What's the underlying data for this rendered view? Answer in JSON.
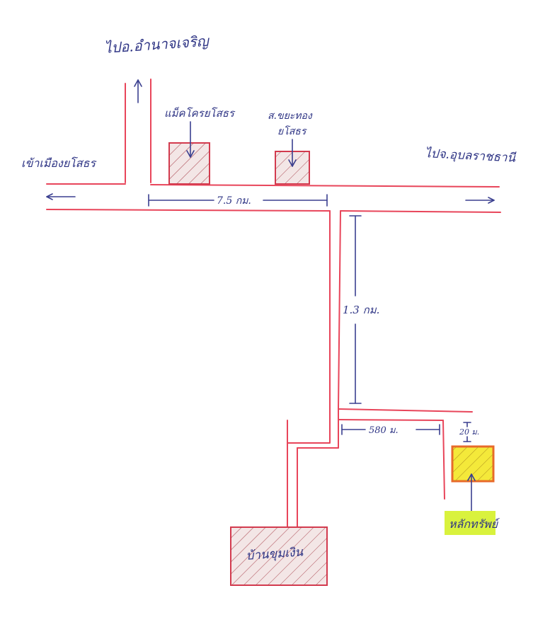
{
  "labels": {
    "to_north": "ไปอ.อำนาจเจริญ",
    "to_town": "เข้าเมืองยโสธร",
    "to_east": "ไปจ.อุบลราชธานี",
    "landmark_1": "แม็คโครยโสธร",
    "landmark_2_line1": "ส.ขยะทอง",
    "landmark_2_line2": "ยโสธร",
    "village": "บ้านขุมเงิน",
    "target": "หลักทรัพย์"
  },
  "distances": {
    "main_road": "7.5 กม.",
    "branch_road": "1.3 กม.",
    "side_road": "580 ม.",
    "setback": "20 ม."
  },
  "colors": {
    "road": "#e8455a",
    "ink": "#3a3f8f",
    "target_fill": "#f4e93a",
    "target_border": "#e86a2a",
    "highlight": "#d9f23d"
  }
}
